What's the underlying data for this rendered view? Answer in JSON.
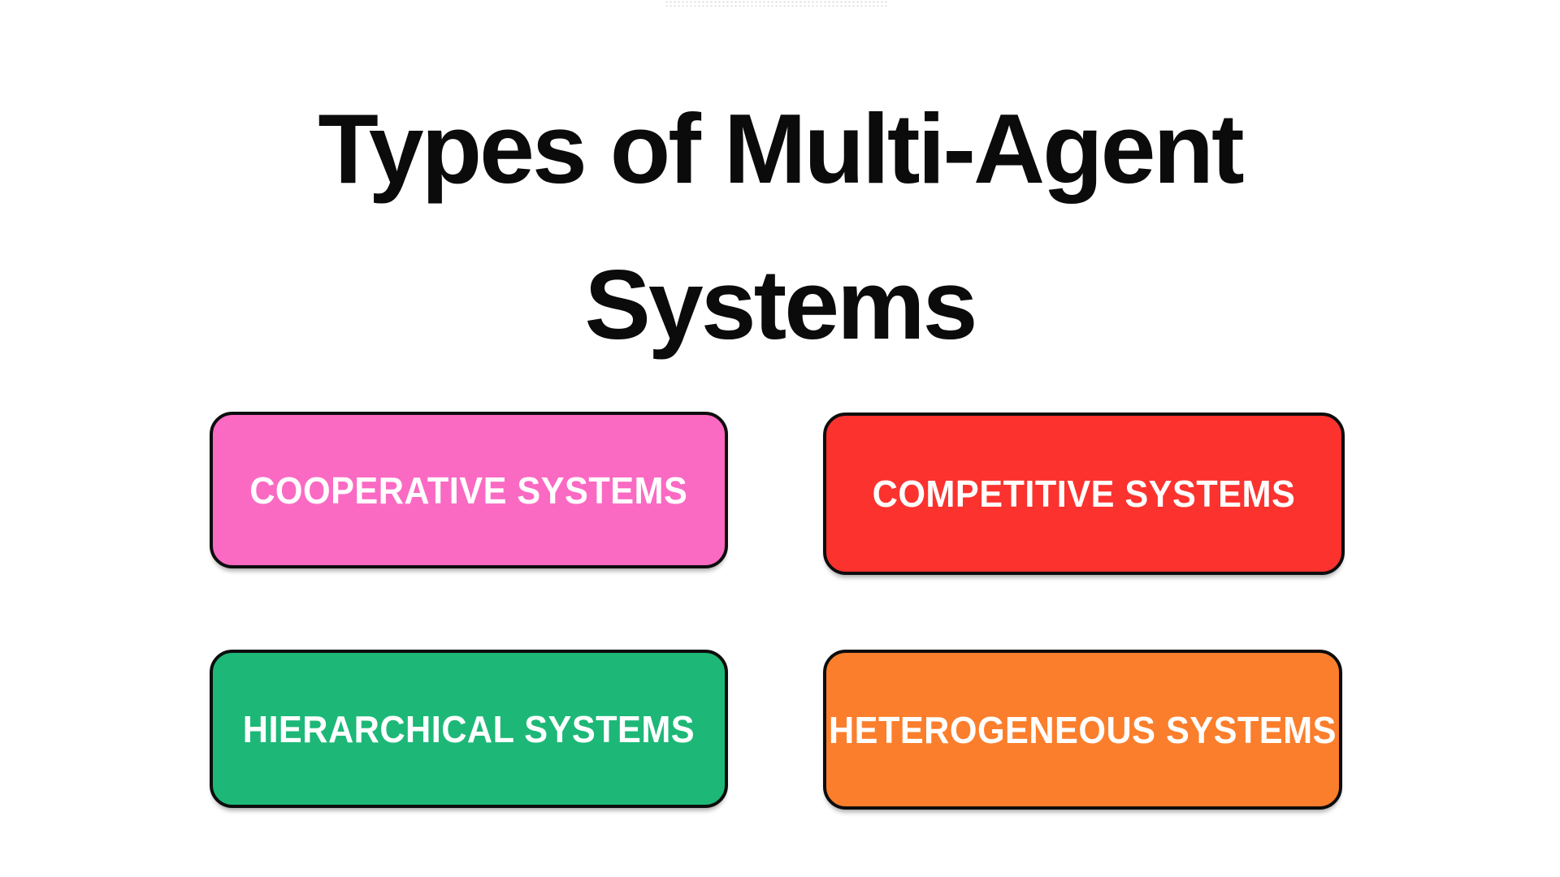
{
  "title": {
    "line1": "Types of Multi-Agent",
    "line2": "Systems",
    "color": "#0b0b0b"
  },
  "boxes": [
    {
      "label": "COOPERATIVE SYSTEMS",
      "fill": "#fa6ac3",
      "text_color": "#ffffff"
    },
    {
      "label": "COMPETITIVE SYSTEMS",
      "fill": "#fb322e",
      "text_color": "#ffffff"
    },
    {
      "label": "HIERARCHICAL SYSTEMS",
      "fill": "#1db877",
      "text_color": "#ffffff"
    },
    {
      "label": "HETEROGENEOUS SYSTEMS",
      "fill": "#fb7e2c",
      "text_color": "#ffffff"
    }
  ],
  "style": {
    "background": "#ffffff",
    "box_border_color": "#0d0d0d",
    "artifact_dot_color": "#d9d9d9"
  }
}
